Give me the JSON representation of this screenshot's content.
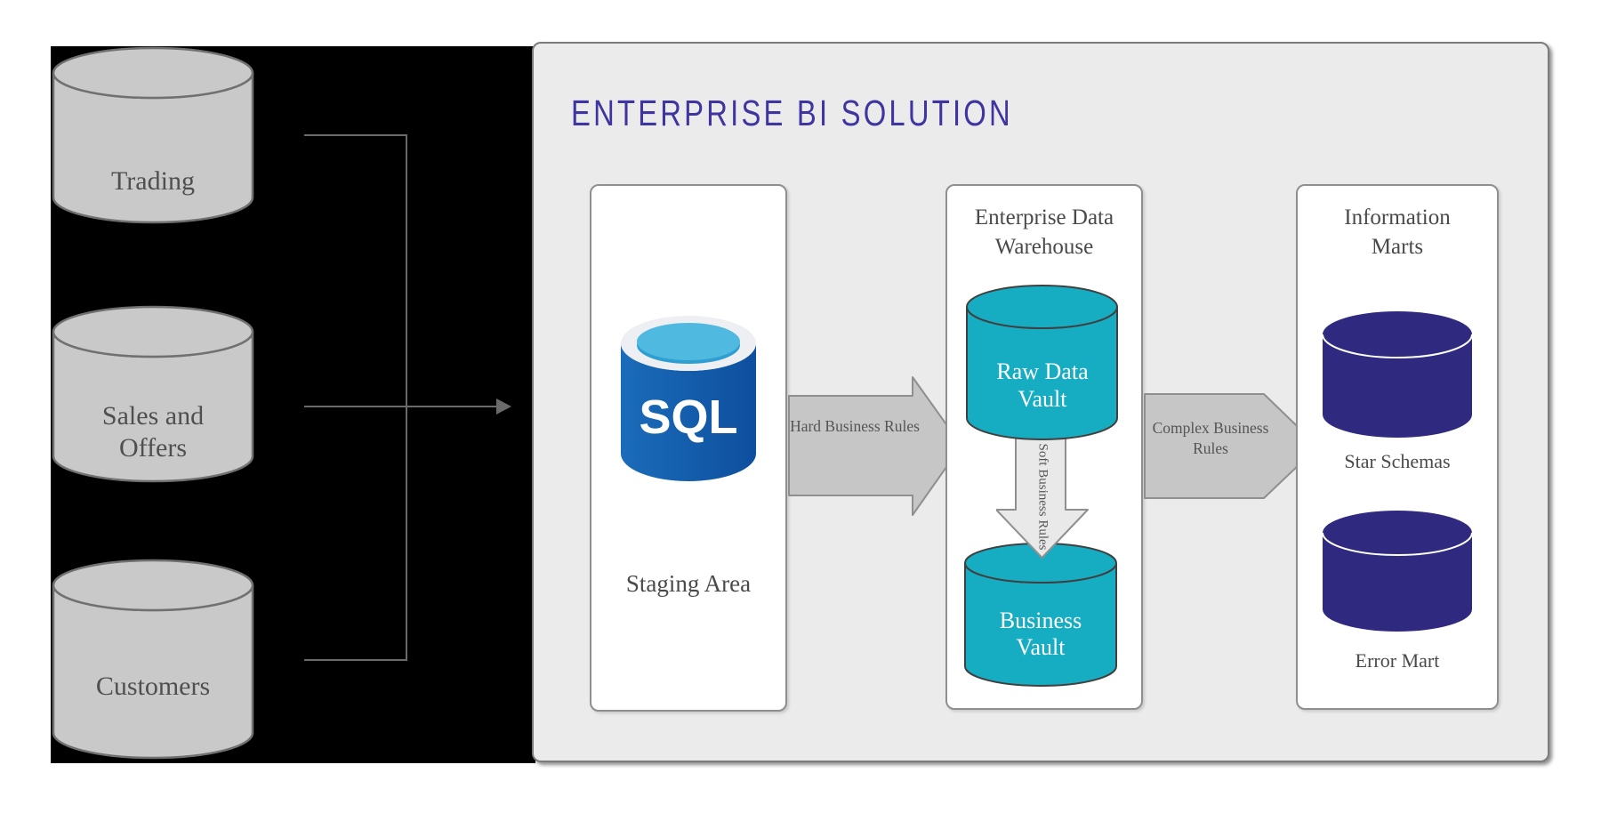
{
  "diagram_title": "ENTERPRISE BI SOLUTION",
  "sources": {
    "items": [
      {
        "label": "Trading"
      },
      {
        "label": "Sales and Offers"
      },
      {
        "label": "Customers"
      }
    ]
  },
  "staging": {
    "logo_text": "SQL",
    "label": "Staging Area"
  },
  "edw": {
    "title": "Enterprise Data Warehouse",
    "nodes": [
      {
        "label": "Raw Data Vault"
      },
      {
        "label": "Business Vault"
      }
    ]
  },
  "marts": {
    "title": "Information Marts",
    "nodes": [
      {
        "label": "Star Schemas"
      },
      {
        "label": "Error Mart"
      }
    ]
  },
  "flows": {
    "hard": "Hard Business Rules",
    "soft": "Soft Business Rules",
    "complex": "Complex Business Rules"
  },
  "colors": {
    "black_panel": "#000000",
    "panel_bg": "#ebebeb",
    "panel_border": "#7c7c7c",
    "box_bg": "#ffffff",
    "box_border": "#8f8f8f",
    "title": "#3e35a0",
    "label": "#4f4f4f",
    "src_fill": "#c9c9c9",
    "src_stroke": "#707070",
    "teal": "#16adc3",
    "teal_stroke": "#404040",
    "indigo": "#2f2a80",
    "arrow_fill": "#c6c6c6",
    "arrow_stroke": "#8f8f8f",
    "soft_fill": "#e9e9e9",
    "line": "#6a6a6a",
    "sql_body_1": "#1a6cba",
    "sql_body_2": "#0e4f9e",
    "sql_rim": "#edeff3",
    "sql_inner": "#4fb9e0",
    "sql_inner_dark": "#2f9fd2"
  }
}
